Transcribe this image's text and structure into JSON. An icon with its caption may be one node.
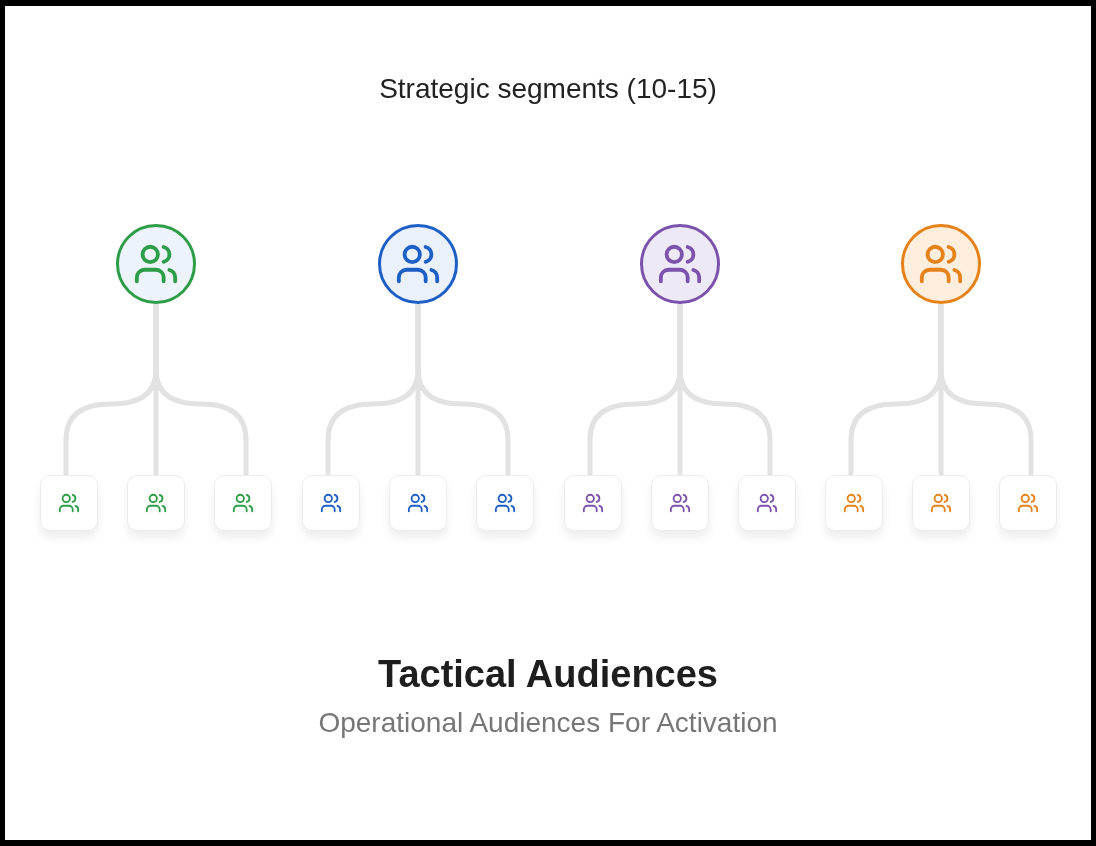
{
  "diagram": {
    "title": "Strategic segments (10-15)",
    "nodes": [
      {
        "text": [],
        "shape": "circle"
      },
      {
        "text": [],
        "shape": "circle"
      },
      {
        "text": [],
        "shape": "circle"
      },
      {
        "text": [],
        "shape": "circle"
      },
      {
        "text": [],
        "shape": "box"
      },
      {
        "text": [],
        "shape": "box"
      },
      {
        "text": [],
        "shape": "box"
      },
      {
        "text": [],
        "shape": "box"
      },
      {
        "text": [],
        "shape": "box"
      },
      {
        "text": [],
        "shape": "box"
      },
      {
        "text": [],
        "shape": "box"
      },
      {
        "text": [],
        "shape": "box"
      },
      {
        "text": [],
        "shape": "box"
      },
      {
        "text": [],
        "shape": "box"
      },
      {
        "text": [],
        "shape": "box"
      },
      {
        "text": [],
        "shape": "box"
      }
    ],
    "edges": [
      {
        "from": 0,
        "to": 4,
        "arrow": "none"
      },
      {
        "from": 0,
        "to": 5,
        "arrow": "none"
      },
      {
        "from": 0,
        "to": 6,
        "arrow": "none"
      },
      {
        "from": 1,
        "to": 7,
        "arrow": "none"
      },
      {
        "from": 1,
        "to": 8,
        "arrow": "none"
      },
      {
        "from": 1,
        "to": 9,
        "arrow": "none"
      },
      {
        "from": 2,
        "to": 10,
        "arrow": "none"
      },
      {
        "from": 2,
        "to": 11,
        "arrow": "none"
      },
      {
        "from": 2,
        "to": 12,
        "arrow": "none"
      },
      {
        "from": 3,
        "to": 13,
        "arrow": "none"
      },
      {
        "from": 3,
        "to": 14,
        "arrow": "none"
      },
      {
        "from": 3,
        "to": 15,
        "arrow": "none"
      }
    ],
    "labels": [
      "Tactical Audiences",
      "Operational Audiences For Activation"
    ]
  }
}
